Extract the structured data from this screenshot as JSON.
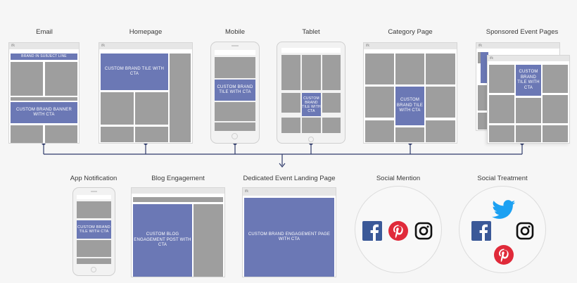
{
  "labels": {
    "email": "Email",
    "homepage": "Homepage",
    "mobile": "Mobile",
    "tablet": "Tablet",
    "category_page": "Category Page",
    "sponsored_event_pages": "Sponsored Event Pages",
    "app_notification": "App Notification",
    "blog_engagement": "Blog Engagement",
    "dedicated_event_landing_page": "Dedicated Event Landing Page",
    "social_mention": "Social Mention",
    "social_treatment": "Social Treatment"
  },
  "tiles": {
    "email_subject": "BRAND IN SUBJECT LINE",
    "email_banner": "CUSTOM BRAND BANNER WITH CTA",
    "homepage_tile": "CUSTOM BRAND TILE WITH CTA",
    "mobile_tile": "CUSTOM BRAND TILE WITH CTA",
    "tablet_tile": "CUSTOM BRAND TILE WITH CTA",
    "category_tile": "CUSTOM BRAND TILE WITH CTA",
    "sponsored_tile": "CUSTOM BRAND TILE WITH CTA",
    "app_tile": "CUSTOM BRAND TILE WITH CTA",
    "blog_post": "CUSTOM BLOG ENGAGEMENT POST WITH CTA",
    "landing_page": "CUSTOM BRAND ENGAGEMENT PAGE WITH CTA"
  },
  "logo_mark": "ifk",
  "colors": {
    "accent_blue": "#6b78b5",
    "placeholder_gray": "#9e9e9e",
    "connector": "#2f3b6b",
    "facebook": "#3b5998",
    "pinterest": "#e02a3a",
    "twitter": "#1da1f2",
    "instagram": "#111111"
  },
  "icons": [
    "facebook-icon",
    "pinterest-icon",
    "instagram-icon",
    "twitter-icon"
  ]
}
